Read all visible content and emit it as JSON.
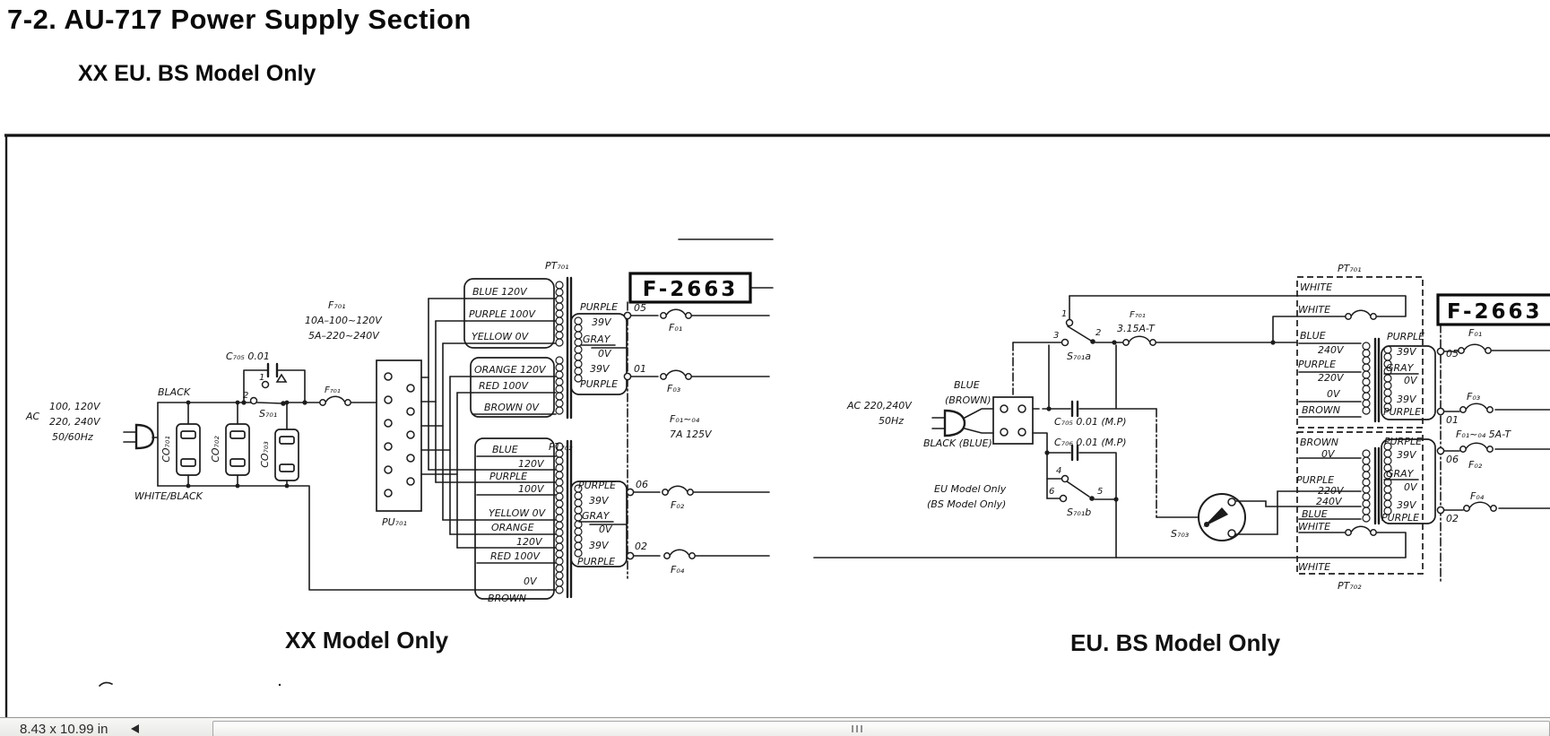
{
  "header": {
    "section_title": "7-2.  AU-717 Power Supply Section",
    "subtitle": "XX EU. BS  Model Only"
  },
  "status_bar": {
    "page_size": "8.43 x 10.99 in"
  },
  "left": {
    "caption": "XX Model Only",
    "ac_label": "AC",
    "ac_voltage_1": "100, 120V",
    "ac_voltage_2": "220, 240V",
    "ac_freq": "50/60Hz",
    "wire_top": "BLACK",
    "wire_bottom": "WHITE/BLACK",
    "outlet_1": "CO₇₀₁",
    "outlet_2": "CO₇₀₂",
    "outlet_3": "CO₇₀₃",
    "cap_label": "C₇₀₅ 0.01",
    "switch_label": "S₇₀₁",
    "switch_pin_1": "1",
    "switch_pin_2": "2",
    "fuse_label": "F₇₀₁",
    "fuse_note_1": "F₇₀₁",
    "fuse_note_2": "10A–100~120V",
    "fuse_note_3": "5A–220~240V",
    "connector_label": "PU₇₀₁",
    "pt1_label": "PT₇₀₁",
    "pt2_label": "PT₇₀₂",
    "pt1_tap_1": "BLUE   120V",
    "pt1_tap_2": "PURPLE  100V",
    "pt1_tap_3": "YELLOW  0V",
    "pt1_tap_4": "ORANGE 120V",
    "pt1_tap_5": "RED   100V",
    "pt1_tap_6": "BROWN  0V",
    "pt2_tap_1": "BLUE",
    "pt2_tap_2": "120V",
    "pt2_tap_3": "PURPLE",
    "pt2_tap_4": "100V",
    "pt2_tap_5": "YELLOW 0V",
    "pt2_tap_6": "ORANGE",
    "pt2_tap_7": "120V",
    "pt2_tap_8": "RED 100V",
    "pt2_tap_9": "0V",
    "pt2_tap_10": "BROWN",
    "sec_purple": "PURPLE",
    "sec_39v": "39V",
    "sec_gray": "GRAY",
    "sec_0v": "0V",
    "terminal_05": "05",
    "terminal_01": "01",
    "terminal_06": "06",
    "terminal_02": "02",
    "fuse_f01": "F₀₁",
    "fuse_f03": "F₀₃",
    "fuse_f02": "F₀₂",
    "fuse_f04": "F₀₄",
    "rating_1": "F₀₁~₀₄",
    "rating_2": "7A 125V",
    "unit_code": "F-2663"
  },
  "right": {
    "caption": "EU. BS   Model Only",
    "ac_line_1": "AC  220,240V",
    "ac_line_2": "50Hz",
    "wire_blue": "BLUE",
    "wire_blue_alt": "(BROWN)",
    "wire_black": "BLACK (BLUE)",
    "cap_705": "C₇₀₅ 0.01 (M.P)",
    "cap_706": "C₇₀₆ 0.01 (M.P)",
    "switch_a": "S₇₀₁a",
    "pin_1": "1",
    "pin_2": "2",
    "pin_3": "3",
    "switch_b": "S₇₀₁b",
    "pin_4": "4",
    "pin_5": "5",
    "pin_6": "6",
    "fuse_label": "F₇₀₁",
    "fuse_rating": "3.15A-T",
    "eu_note_1": "EU Model Only",
    "eu_note_2": "(BS Model Only)",
    "selector": "S₇₀₃",
    "pt1_label": "PT₇₀₁",
    "pt2_label": "PT₇₀₂",
    "white": "WHITE",
    "pt1_tap_blue": "BLUE",
    "pt1_tap_240": "240V",
    "pt1_tap_purple": "PURPLE",
    "pt1_tap_220": "220V",
    "pt1_tap_0": "0V",
    "pt1_tap_brown": "BROWN",
    "pt2_tap_brown": "BROWN",
    "pt2_tap_0": "0V",
    "pt2_tap_purple": "PURPLE",
    "pt2_tap_220": "220V",
    "pt2_tap_240": "240V",
    "pt2_tap_blue": "BLUE",
    "sec_purple": "PURPLE",
    "sec_39v": "39V",
    "sec_gray": "GRAY",
    "sec_0v": "0V",
    "terminal_05": "05",
    "terminal_01": "01",
    "terminal_06": "06",
    "terminal_02": "02",
    "fuse_f01": "F₀₁",
    "fuse_f03": "F₀₃",
    "fuse_f02": "F₀₂",
    "fuse_f04": "F₀₄",
    "rating": "F₀₁~₀₄  5A-T",
    "unit_code": "F-2663"
  }
}
